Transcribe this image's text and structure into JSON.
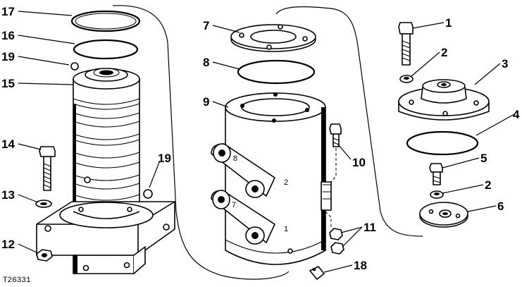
{
  "figure_id": "T26331",
  "callouts": {
    "c1": "1",
    "c2a": "2",
    "c2b": "2",
    "c3": "3",
    "c4": "4",
    "c5": "5",
    "c6": "6",
    "c7": "7",
    "c8": "8",
    "c9": "9",
    "c10": "10",
    "c11": "11",
    "c12": "12",
    "c13": "13",
    "c14": "14",
    "c15": "15",
    "c16": "16",
    "c17": "17",
    "c18": "18",
    "c19a": "19",
    "c19b": "19"
  },
  "port_labels": {
    "p8": "8",
    "p2": "2",
    "p7": "7",
    "p1": "1"
  }
}
